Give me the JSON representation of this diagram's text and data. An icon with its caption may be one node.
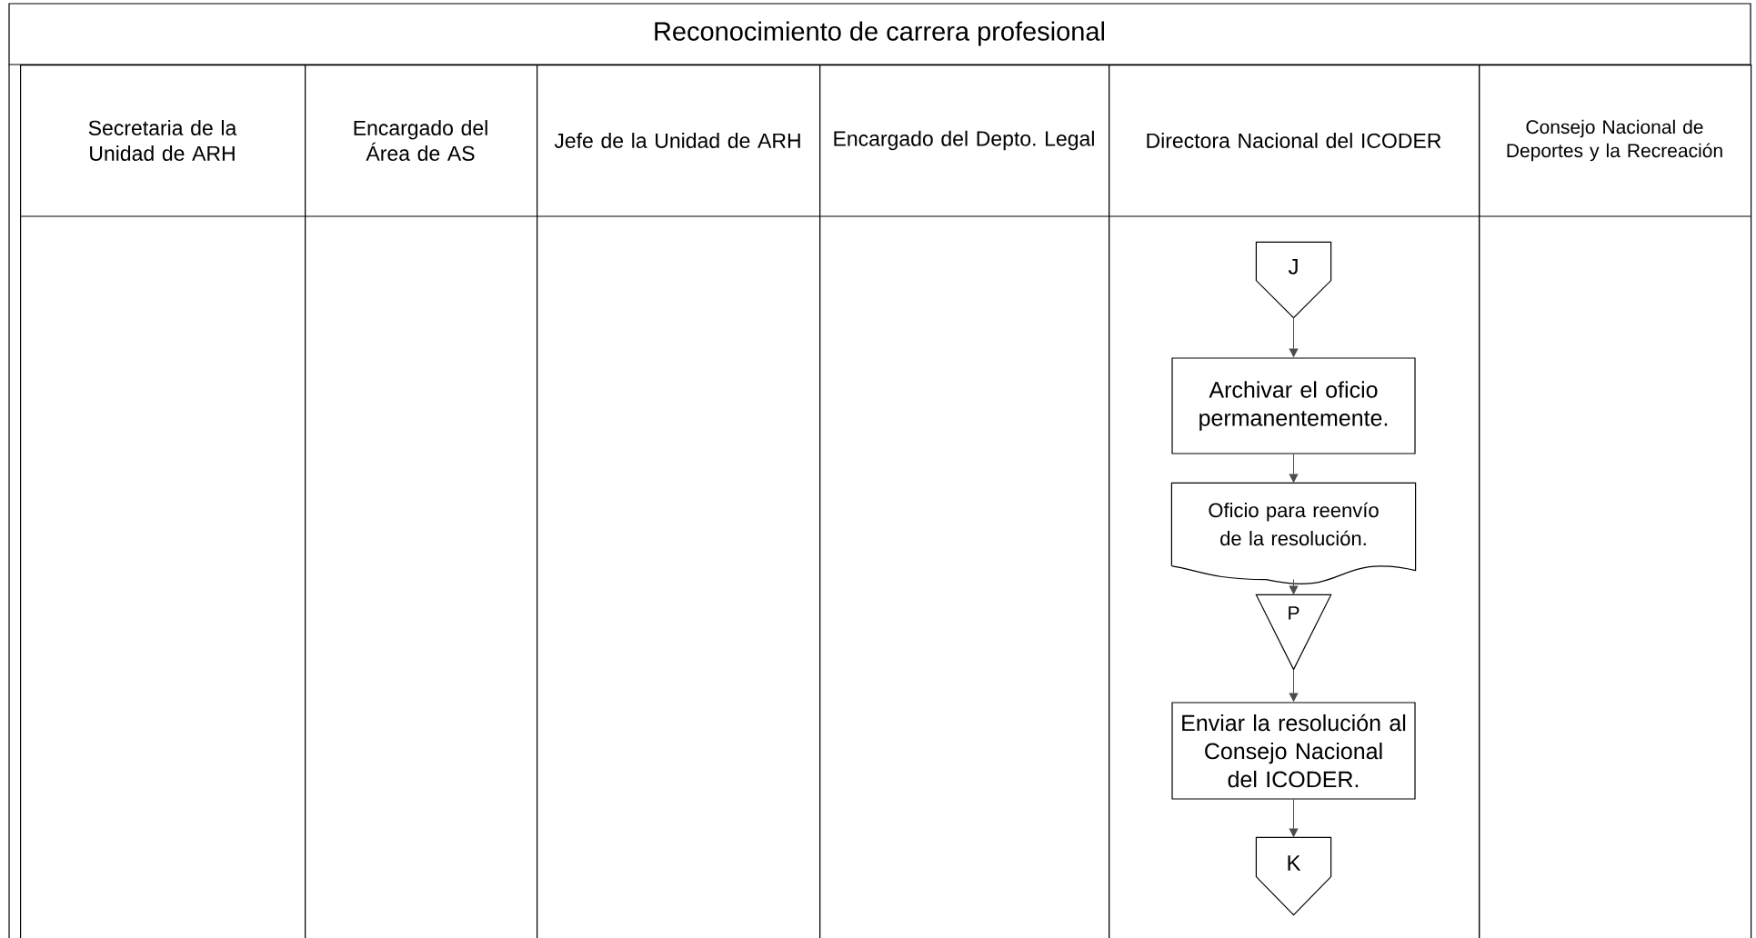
{
  "diagram": {
    "title": "Reconocimiento de carrera profesional",
    "nodes": [
      {
        "text": [
          "Secretaria de la Unidad de ARH"
        ]
      },
      {
        "text": [
          "Encargado del Área de AS"
        ]
      },
      {
        "text": [
          "Jefe de la Unidad de ARH"
        ]
      },
      {
        "text": [
          "Encargado del Depto. Legal"
        ]
      },
      {
        "text": [
          "Directora Nacional del ICODER"
        ]
      },
      {
        "text": [
          "Consejo Nacional de Deportes y la Recreación"
        ]
      },
      {
        "text": [
          "J"
        ],
        "in": 4
      },
      {
        "text": [
          "Archivar el oficio permanentemente."
        ],
        "in": 4
      },
      {
        "text": [
          "Oficio para reenvío de la resolución."
        ],
        "in": 4
      },
      {
        "text": [
          "P"
        ],
        "in": 4
      },
      {
        "text": [
          "Enviar la resolución al Consejo Nacional del ICODER."
        ],
        "in": 4
      },
      {
        "text": [
          "K"
        ],
        "in": 4
      }
    ],
    "edges": [
      {
        "from": 6,
        "to": 7,
        "arrow": "to"
      },
      {
        "from": 7,
        "to": 8,
        "arrow": "to"
      },
      {
        "from": 8,
        "to": 9,
        "arrow": "to"
      },
      {
        "from": 9,
        "to": 10,
        "arrow": "to"
      },
      {
        "from": 10,
        "to": 11,
        "arrow": "to"
      }
    ]
  }
}
